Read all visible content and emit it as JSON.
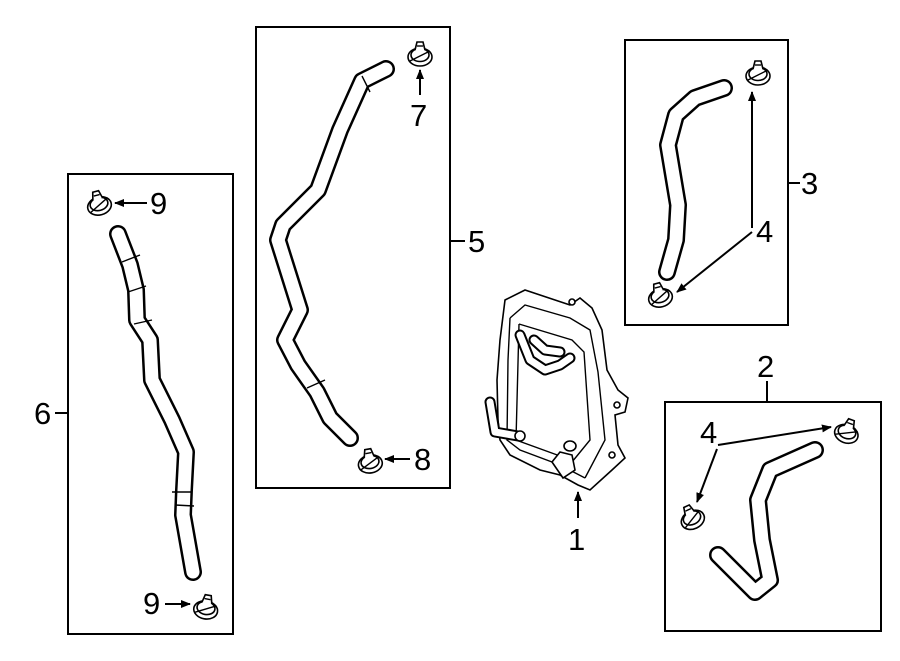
{
  "callouts": {
    "part_1": "1",
    "part_2": "2",
    "part_3": "3",
    "part_4a": "4",
    "part_4b": "4",
    "part_5": "5",
    "part_6": "6",
    "part_7": "7",
    "part_8": "8",
    "part_9a": "9",
    "part_9b": "9"
  },
  "colors": {
    "line": "#000000",
    "background": "#ffffff"
  },
  "icons": [
    "oil-cooler-icon",
    "hose-clamp-icon",
    "arrow-icon"
  ]
}
